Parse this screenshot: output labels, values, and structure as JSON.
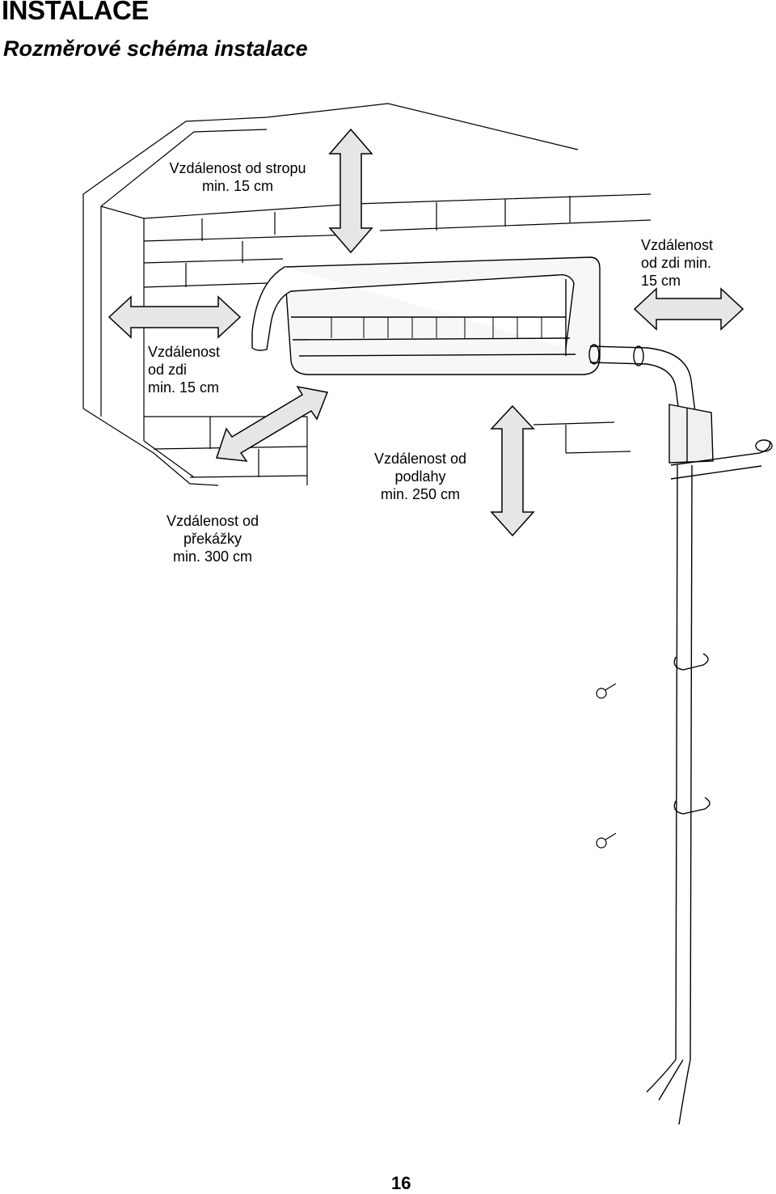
{
  "header": {
    "title": "INSTALACE",
    "subtitle": "Rozměrové schéma instalace"
  },
  "clearances": {
    "ceiling": {
      "line1": "Vzdálenost od stropu",
      "line2": "min. 15 cm"
    },
    "right_wall": {
      "line1": "Vzdálenost",
      "line2": "od zdi min.",
      "line3": "15 cm"
    },
    "left_wall": {
      "line1": "Vzdálenost",
      "line2": "od zdi",
      "line3": "min. 15 cm"
    },
    "floor": {
      "line1": "Vzdálenost od",
      "line2": "podlahy",
      "line3": "min. 250 cm"
    },
    "obstacle": {
      "line1": "Vzdálenost od",
      "line2": "překážky",
      "line3": "min. 300 cm"
    }
  },
  "footer": {
    "page_number": "16"
  }
}
